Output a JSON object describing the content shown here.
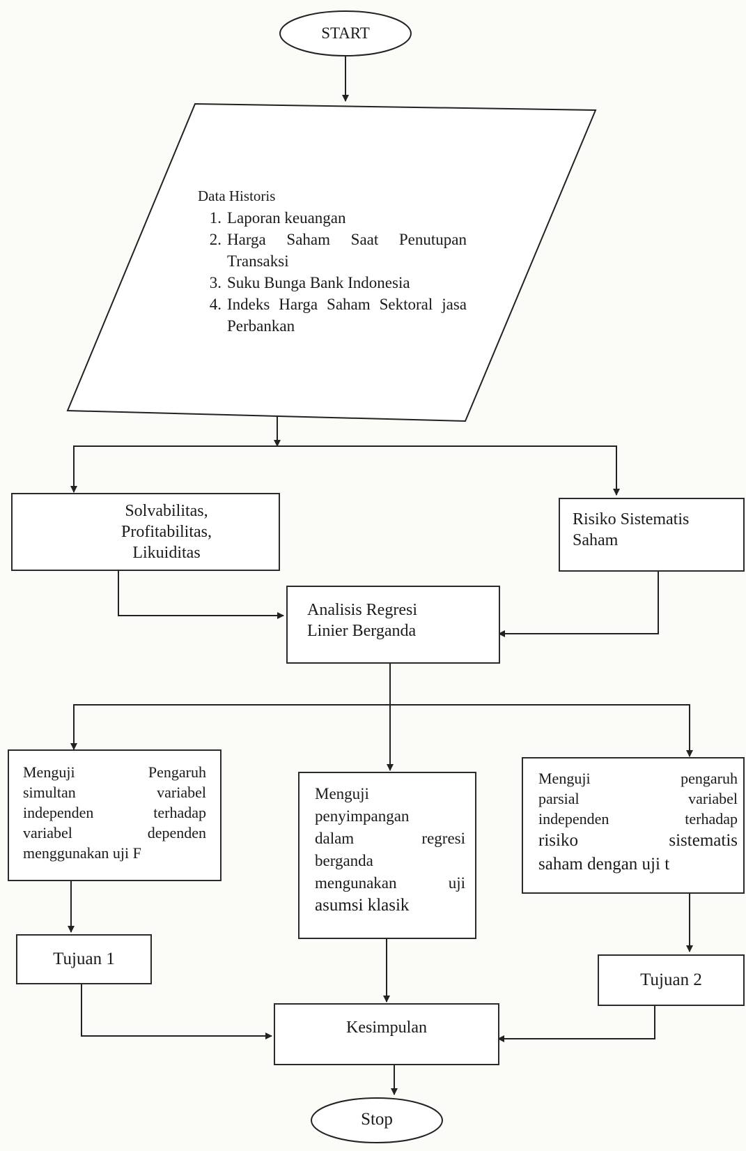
{
  "terminals": {
    "start": "START",
    "stop": "Stop"
  },
  "input": {
    "title": "Data Historis",
    "items": [
      {
        "num": "1.",
        "text": "Laporan keuangan"
      },
      {
        "num": "2.",
        "text": "Harga Saham Saat Penutupan Transaksi"
      },
      {
        "num": "3.",
        "text": "Suku Bunga Bank Indonesia"
      },
      {
        "num": "4.",
        "text": "Indeks Harga Saham Sektoral jasa Perbankan"
      }
    ]
  },
  "variables": {
    "financial": [
      "Solvabilitas,",
      "Profitabilitas,",
      "Likuiditas"
    ],
    "risk": [
      "Risiko Sistematis",
      "Saham"
    ]
  },
  "analysis": [
    "Analisis Regresi",
    "Linier Berganda"
  ],
  "tests": {
    "f_test": [
      "Menguji Pengaruh",
      "simultan variabel",
      "independen terhadap",
      "variabel dependen",
      "menggunakan uji F"
    ],
    "classic": [
      "Menguji",
      "penyimpangan",
      "dalam regresi",
      "berganda",
      "mengunakan uji",
      "asumsi klasik"
    ],
    "t_test": [
      "Menguji pengaruh",
      "parsial variabel",
      "independen terhadap",
      "risiko sistematis",
      "saham dengan uji t"
    ]
  },
  "goals": {
    "goal1": "Tujuan 1",
    "goal2": "Tujuan 2"
  },
  "conclusion": "Kesimpulan"
}
